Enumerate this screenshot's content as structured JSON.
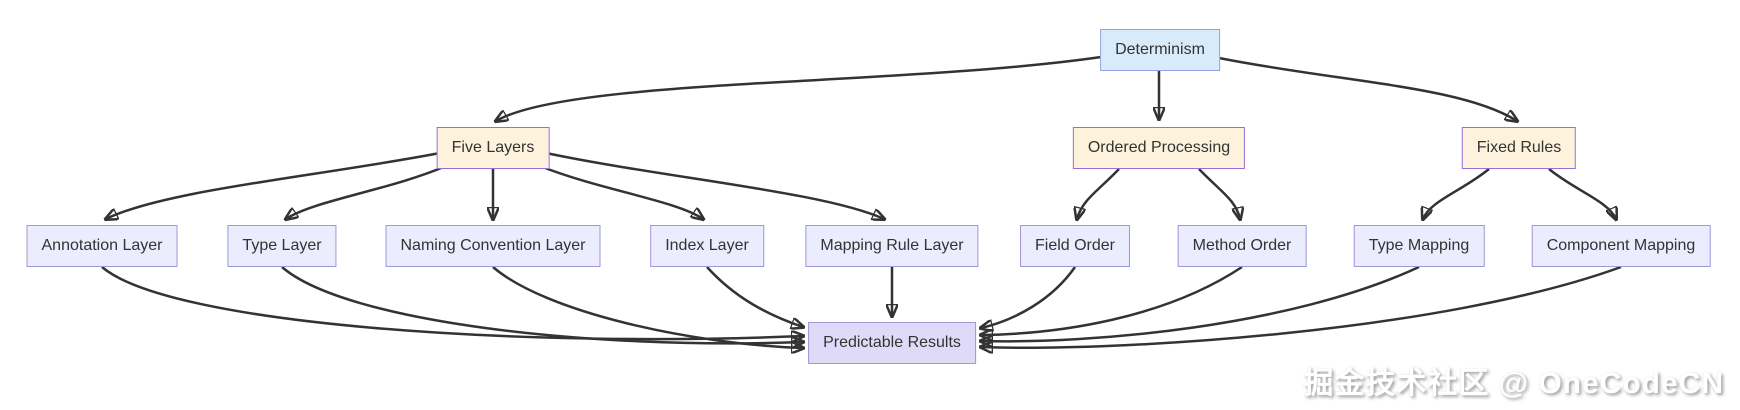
{
  "diagram": {
    "type": "flowchart",
    "direction": "top-down",
    "nodes": {
      "determinism": {
        "label": "Determinism",
        "style": "blue"
      },
      "five_layers": {
        "label": "Five Layers",
        "style": "cream"
      },
      "ordered_processing": {
        "label": "Ordered Processing",
        "style": "cream"
      },
      "fixed_rules": {
        "label": "Fixed Rules",
        "style": "cream"
      },
      "annotation_layer": {
        "label": "Annotation Layer",
        "style": "lavender"
      },
      "type_layer": {
        "label": "Type Layer",
        "style": "lavender"
      },
      "naming_convention_layer": {
        "label": "Naming Convention Layer",
        "style": "lavender"
      },
      "index_layer": {
        "label": "Index Layer",
        "style": "lavender"
      },
      "mapping_rule_layer": {
        "label": "Mapping Rule Layer",
        "style": "lavender"
      },
      "field_order": {
        "label": "Field Order",
        "style": "lavender"
      },
      "method_order": {
        "label": "Method Order",
        "style": "lavender"
      },
      "type_mapping": {
        "label": "Type Mapping",
        "style": "lavender"
      },
      "component_mapping": {
        "label": "Component Mapping",
        "style": "lavender"
      },
      "predictable_results": {
        "label": "Predictable Results",
        "style": "purple"
      }
    },
    "edges": [
      [
        "determinism",
        "five_layers"
      ],
      [
        "determinism",
        "ordered_processing"
      ],
      [
        "determinism",
        "fixed_rules"
      ],
      [
        "five_layers",
        "annotation_layer"
      ],
      [
        "five_layers",
        "type_layer"
      ],
      [
        "five_layers",
        "naming_convention_layer"
      ],
      [
        "five_layers",
        "index_layer"
      ],
      [
        "five_layers",
        "mapping_rule_layer"
      ],
      [
        "ordered_processing",
        "field_order"
      ],
      [
        "ordered_processing",
        "method_order"
      ],
      [
        "fixed_rules",
        "type_mapping"
      ],
      [
        "fixed_rules",
        "component_mapping"
      ],
      [
        "annotation_layer",
        "predictable_results"
      ],
      [
        "type_layer",
        "predictable_results"
      ],
      [
        "naming_convention_layer",
        "predictable_results"
      ],
      [
        "index_layer",
        "predictable_results"
      ],
      [
        "mapping_rule_layer",
        "predictable_results"
      ],
      [
        "field_order",
        "predictable_results"
      ],
      [
        "method_order",
        "predictable_results"
      ],
      [
        "type_mapping",
        "predictable_results"
      ],
      [
        "component_mapping",
        "predictable_results"
      ]
    ],
    "colors": {
      "edge": "#333333",
      "node_border": "#9370DB",
      "node_fill_default": "#ECECFF",
      "node_fill_blue": "#d7ebfa",
      "node_fill_cream": "#fdf3dd",
      "node_fill_result": "#dfdaf7",
      "text": "#333333"
    }
  },
  "watermark": {
    "text": "掘金技术社区 @ OneCodeCN"
  }
}
